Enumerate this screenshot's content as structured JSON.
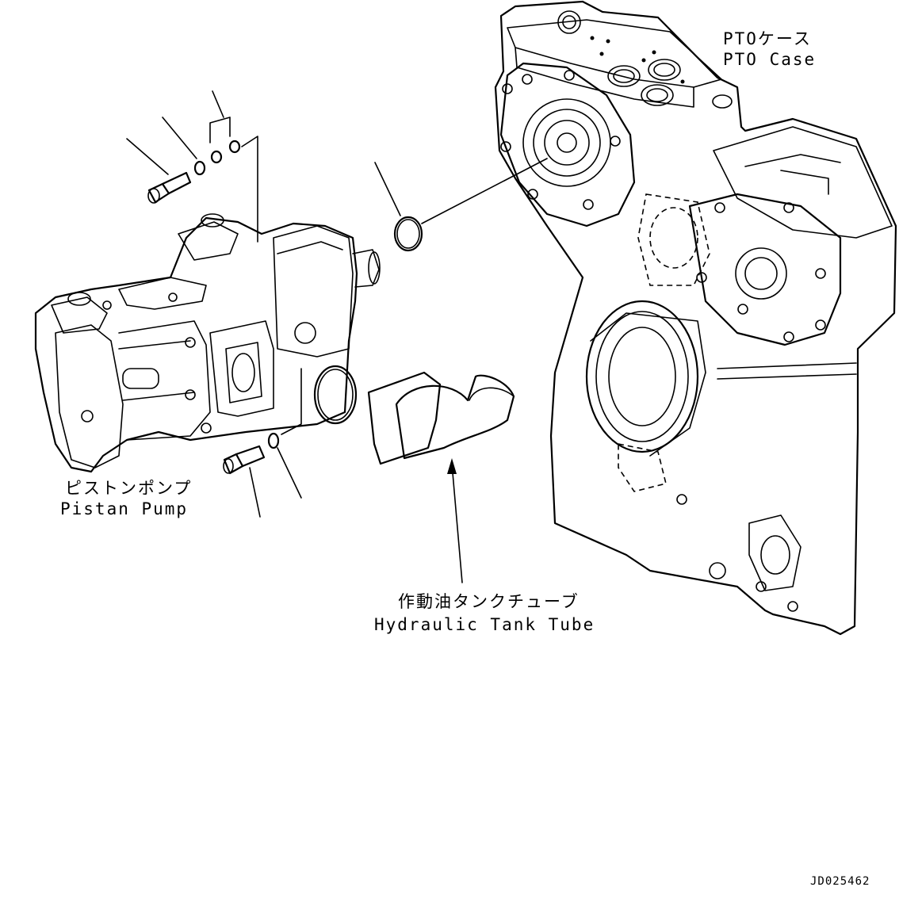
{
  "labels": {
    "pto_case_jp": "PTOケース",
    "pto_case_en": "PTO Case",
    "pump_jp": "ピストンポンプ",
    "pump_en": "Pistan Pump",
    "tube_jp": "作動油タンクチューブ",
    "tube_en": "Hydraulic Tank Tube"
  },
  "drawing_code": "JD025462"
}
